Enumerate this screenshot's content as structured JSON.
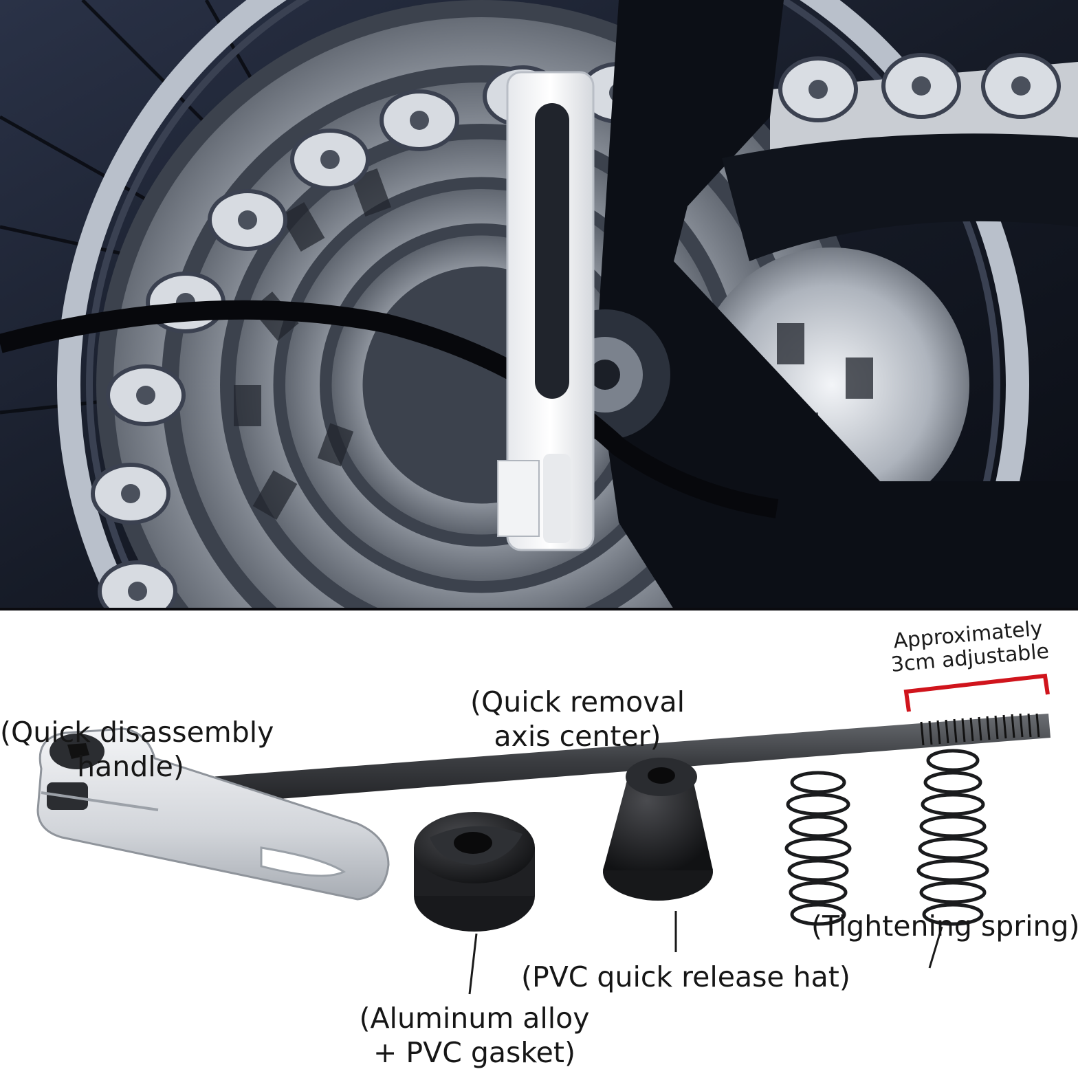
{
  "labels": {
    "handle": [
      "(Quick disassembly",
      "handle)"
    ],
    "axis": [
      "(Quick removal",
      "axis center)"
    ],
    "adjust": [
      "Approximately",
      "3cm adjustable"
    ],
    "gasket": [
      "(Aluminum alloy",
      "+ PVC gasket)"
    ],
    "hat": "(PVC quick release hat)",
    "spring": "(Tightening spring)"
  },
  "colors": {
    "bracket": "#d0141c",
    "text": "#161616",
    "photo_dark": "#0d1119",
    "metal": "#c9cdd3"
  }
}
